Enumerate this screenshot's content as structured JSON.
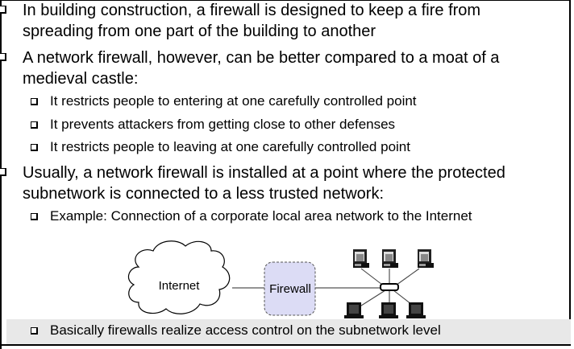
{
  "slide": {
    "bullets": [
      {
        "level": 1,
        "lines": [
          "In building construction, a firewall is designed to keep a fire from",
          "spreading from one part of the building to another"
        ]
      },
      {
        "level": 1,
        "lines": [
          "A network firewall, however, can be better compared to a moat of a",
          "medieval castle:"
        ]
      },
      {
        "level": 2,
        "lines": [
          "It restricts people to entering at one carefully controlled point"
        ]
      },
      {
        "level": 2,
        "lines": [
          "It prevents attackers from getting close to other defenses"
        ]
      },
      {
        "level": 2,
        "lines": [
          "It restricts people to leaving at one carefully controlled point"
        ]
      },
      {
        "level": 1,
        "lines": [
          "Usually, a network firewall is installed at a point where the protected",
          "subnetwork is connected to a less trusted network:"
        ]
      },
      {
        "level": 2,
        "lines": [
          "Example: Connection of a corporate local area network to the Internet"
        ]
      },
      {
        "level": 2,
        "lines": [
          "Basically firewalls realize access control on the subnetwork level"
        ]
      }
    ],
    "diagram": {
      "cloud_label": "Internet",
      "firewall_label": "Firewall",
      "firewall_fill": "#dcdcf5",
      "workstations": 3,
      "laptops": 3
    },
    "colors": {
      "text": "#000000",
      "bottom_band": "#e8e8e8"
    }
  }
}
